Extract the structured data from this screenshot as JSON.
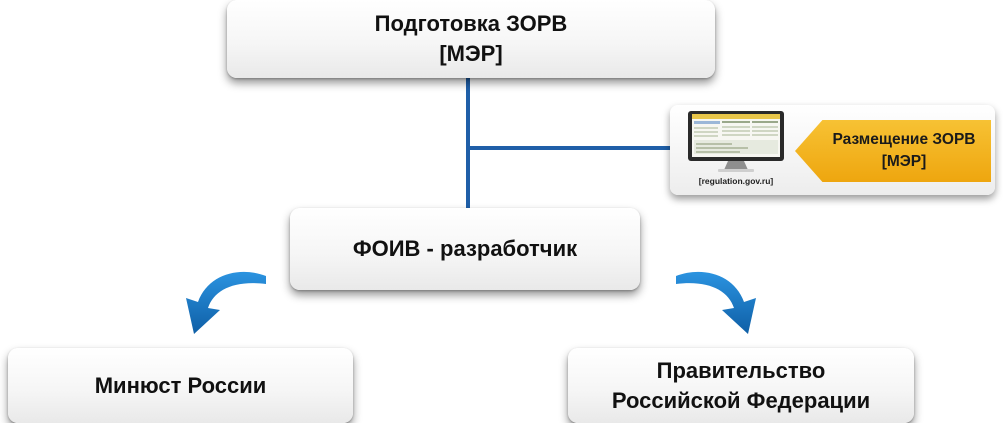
{
  "nodes": {
    "top": {
      "line1": "Подготовка ЗОРВ",
      "line2": "[МЭР]"
    },
    "middle": {
      "label": "ФОИВ - разработчик"
    },
    "bottom_left": {
      "label": "Минюст России"
    },
    "bottom_right": {
      "line1": "Правительство",
      "line2": "Российской Федерации"
    }
  },
  "side_panel": {
    "site": "[regulation.gov.ru]",
    "label_line1": "Размещение ЗОРВ",
    "label_line2": "[МЭР]"
  },
  "colors": {
    "connector": "#1f5fa8",
    "arrow": "#1b7fd0",
    "label_fill": "#f2b21c"
  },
  "icons": [
    "monitor-icon",
    "curved-arrow-icon"
  ]
}
